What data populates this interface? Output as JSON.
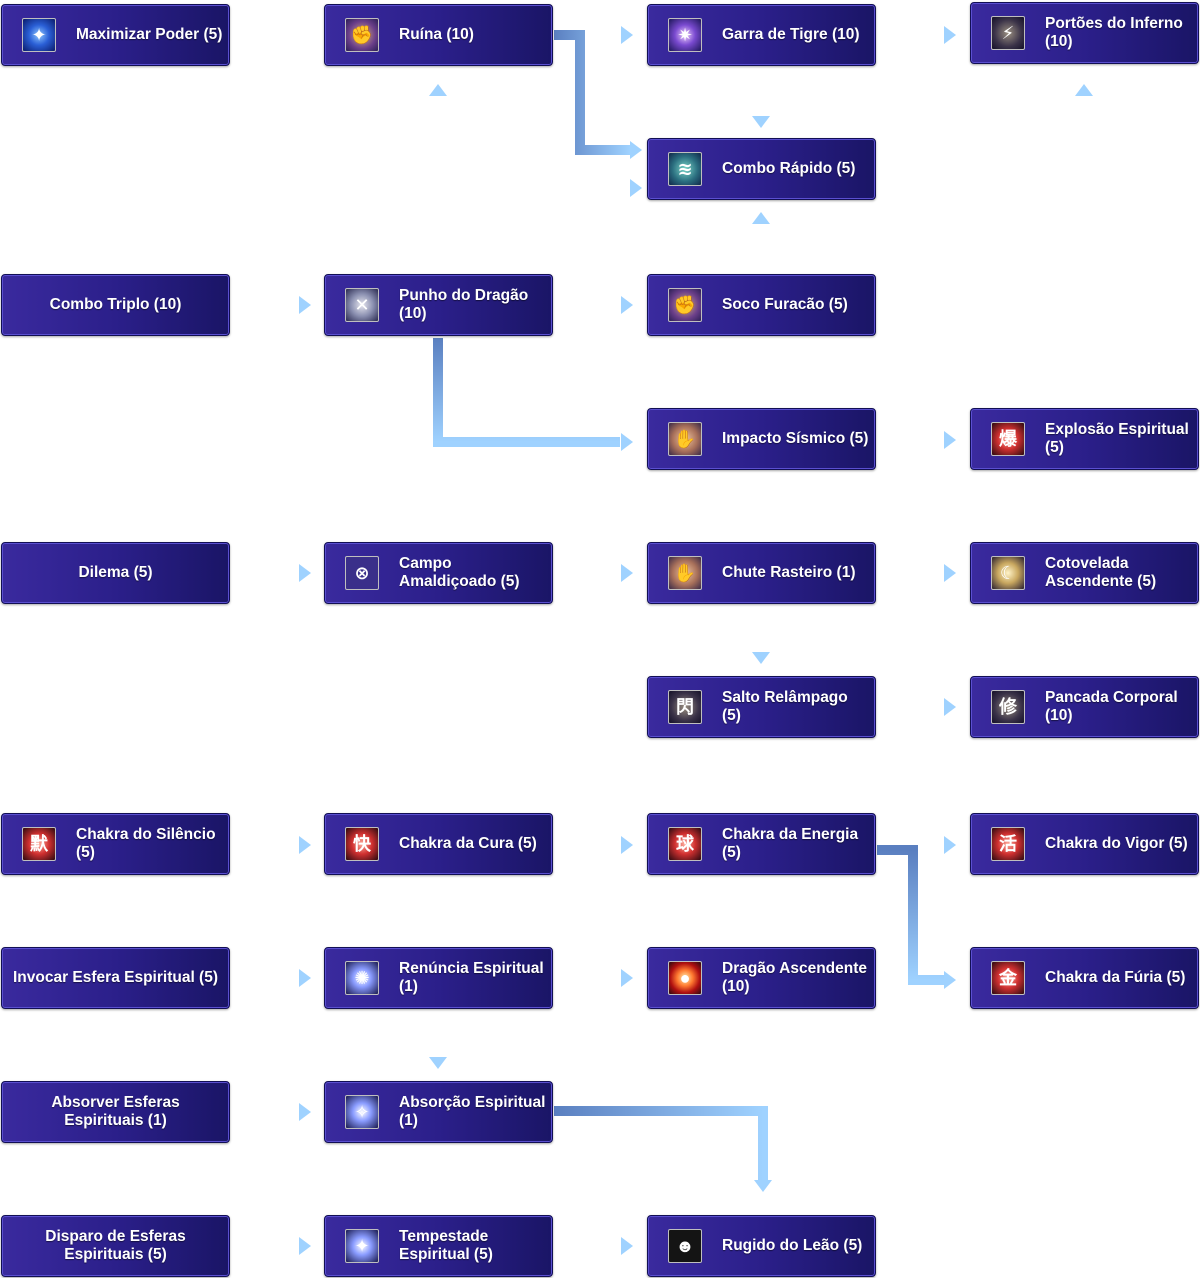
{
  "nodes": {
    "maximizar_poder": "Maximizar Poder (5)",
    "ruina": "Ruína (10)",
    "garra_de_tigre": "Garra de Tigre (10)",
    "portoes_do_inferno": "Portões do Inferno (10)",
    "combo_rapido": "Combo Rápido (5)",
    "combo_triplo": "Combo Triplo (10)",
    "punho_do_dragao": "Punho do Dragão (10)",
    "soco_furacao": "Soco Furacão (5)",
    "impacto_sismico": "Impacto Sísmico (5)",
    "explosao_espiritual": "Explosão Espiritual (5)",
    "dilema": "Dilema (5)",
    "campo_amaldicoado": "Campo Amaldiçoado (5)",
    "chute_rasteiro": "Chute Rasteiro (1)",
    "cotovelada_ascendente": "Cotovelada Ascendente (5)",
    "salto_relampago": "Salto Relâmpago (5)",
    "pancada_corporal": "Pancada Corporal (10)",
    "chakra_do_silencio": "Chakra do Silêncio (5)",
    "chakra_da_cura": "Chakra da Cura (5)",
    "chakra_da_energia": "Chakra da Energia (5)",
    "chakra_do_vigor": "Chakra do Vigor (5)",
    "invocar_esfera_espiritual": "Invocar Esfera Espiritual (5)",
    "renuncia_espiritual": "Renúncia Espiritual (1)",
    "dragao_ascendente": "Dragão Ascendente (10)",
    "chakra_da_furia": "Chakra da Fúria (5)",
    "absorver_esferas_espirituais": "Absorver Esferas Espirituais (1)",
    "absorcao_espiritual": "Absorção Espiritual (1)",
    "disparo_de_esferas_espirituais": "Disparo de Esferas Espirituais (5)",
    "tempestade_espiritual": "Tempestade Espiritual (5)",
    "rugido_do_leao": "Rugido do Leão (5)"
  },
  "icon_glyphs": {
    "chakra_silencio": "默",
    "chakra_cura": "快",
    "chakra_energia": "球",
    "chakra_vigor": "活",
    "chakra_furia": "金",
    "explosao": "爆",
    "pancada": "修",
    "salto": "閃"
  },
  "colors": {
    "node_bg": "#2b1f8a",
    "arrow": "#8ec8ff"
  }
}
